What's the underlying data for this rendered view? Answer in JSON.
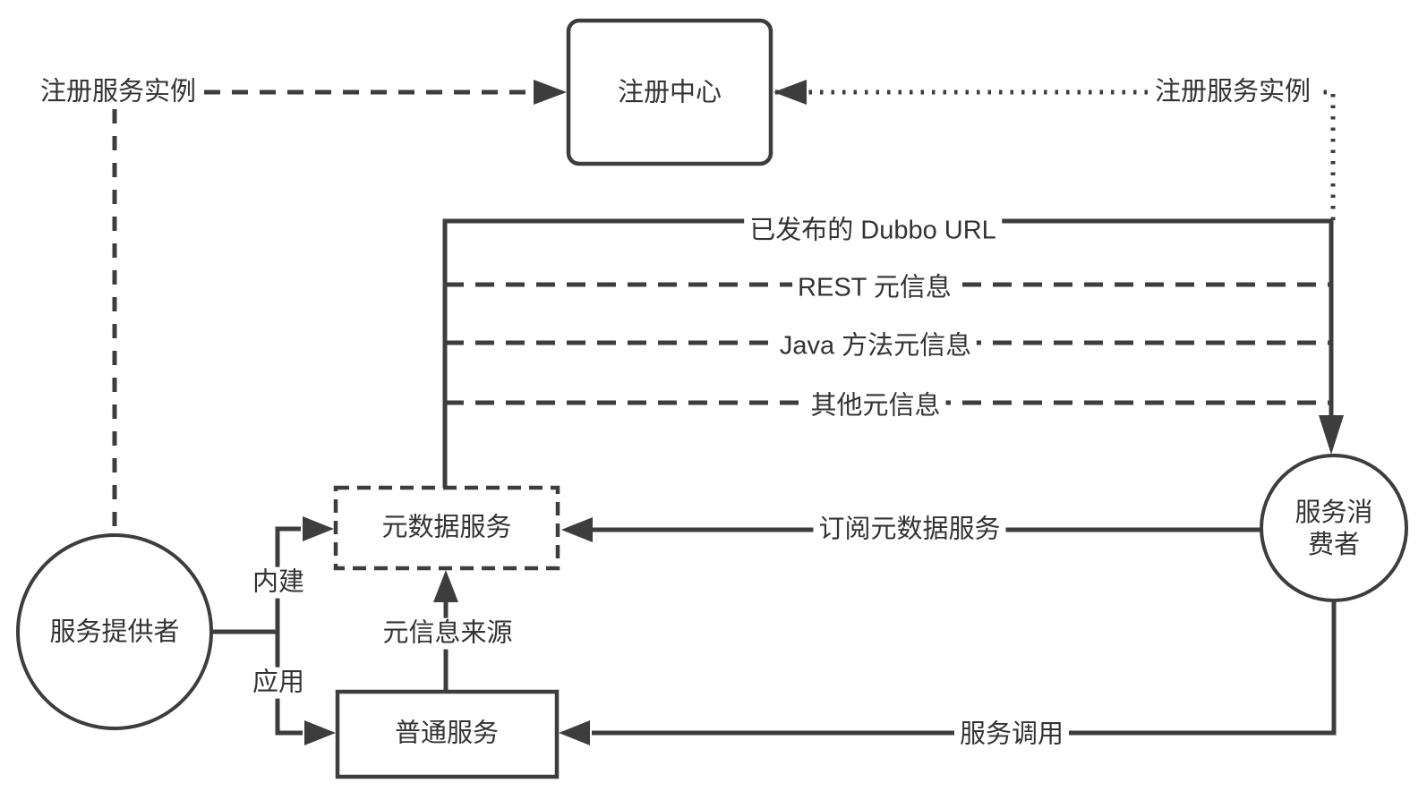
{
  "colors": {
    "line": "#3d3d3d",
    "text": "#333333",
    "background": "#ffffff"
  },
  "nodes": {
    "registry": {
      "label": "注册中心"
    },
    "provider": {
      "label": "服务提供者"
    },
    "consumer": {
      "label": "服务消费者"
    },
    "metadata_service": {
      "label": "元数据服务"
    },
    "plain_service": {
      "label": "普通服务"
    }
  },
  "edges": {
    "register_instance_left": {
      "label": "注册服务实例",
      "style": "dashed-arrow"
    },
    "register_instance_right": {
      "label": "注册服务实例",
      "style": "dotted-arrow"
    },
    "published_dubbo_url": {
      "label": "已发布的 Dubbo URL",
      "style": "solid-arrow"
    },
    "rest_metadata": {
      "label": "REST 元信息",
      "style": "dashed"
    },
    "java_method_metadata": {
      "label": "Java 方法元信息",
      "style": "dashed"
    },
    "other_metadata": {
      "label": "其他元信息",
      "style": "dashed"
    },
    "subscribe_metadata": {
      "label": "订阅元数据服务",
      "style": "solid-arrow"
    },
    "builtin": {
      "label": "内建",
      "style": "solid-arrow"
    },
    "application": {
      "label": "应用",
      "style": "solid-arrow"
    },
    "metadata_source": {
      "label": "元信息来源",
      "style": "solid-arrow"
    },
    "service_invocation": {
      "label": "服务调用",
      "style": "solid-arrow"
    }
  }
}
